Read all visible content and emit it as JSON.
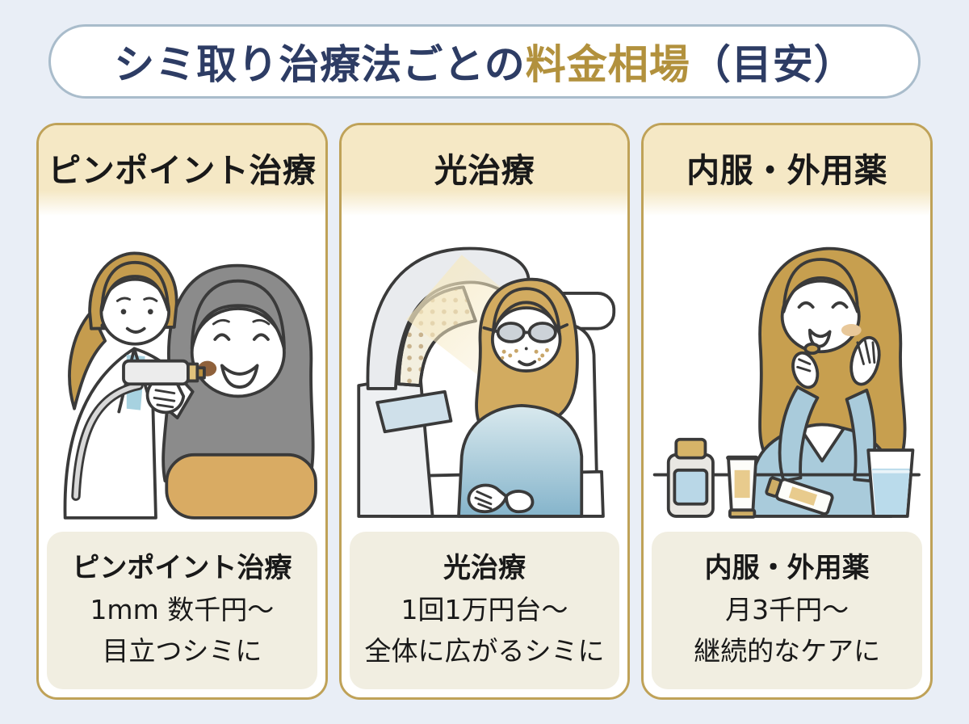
{
  "title": {
    "prefix": "シミ取り治療法ごとの",
    "highlight": "料金相場",
    "suffix": "（目安）"
  },
  "cards": [
    {
      "header": "ピンポイント治療",
      "illustration": "doctor applying spot laser to patient cheek",
      "footer": {
        "title": "ピンポイント治療",
        "price": "1mm 数千円〜",
        "target": "目立つシミに"
      }
    },
    {
      "header": "光治療",
      "illustration": "woman with goggles receiving light therapy under LED lamp",
      "footer": {
        "title": "光治療",
        "price": "1回1万円台〜",
        "target": "全体に広がるシミに"
      }
    },
    {
      "header": "内服・外用薬",
      "illustration": "woman taking pill with medicine bottle, tubes and glass of water",
      "footer": {
        "title": "内服・外用薬",
        "price": "月3千円〜",
        "target": "継続的なケアに"
      }
    }
  ],
  "colors": {
    "page_background": "#e9eef6",
    "title_box_border": "#a9bccb",
    "title_navy": "#2d3c64",
    "title_gold": "#b2913d",
    "card_border": "#bfa258",
    "card_header_bg": "#f5e8c5",
    "card_footer_bg": "#f1eee1",
    "text": "#191919"
  }
}
